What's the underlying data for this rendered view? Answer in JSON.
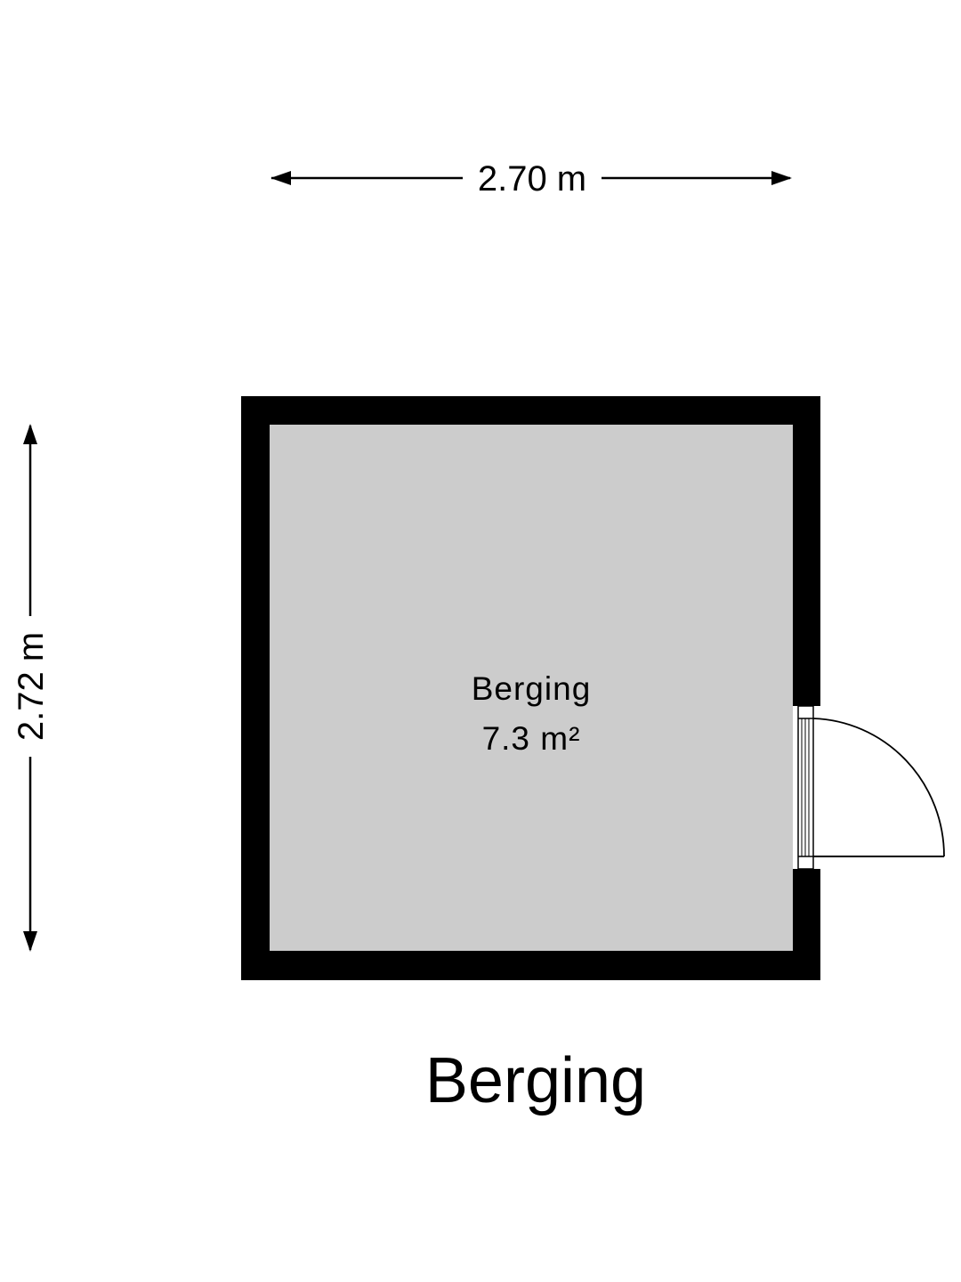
{
  "dimensions": {
    "width_label": "2.70 m",
    "height_label": "2.72 m"
  },
  "room": {
    "name": "Berging",
    "area": "7.3 m²"
  },
  "plan_title": "Berging",
  "colors": {
    "wall": "#000000",
    "floor": "#cccccc",
    "background": "#ffffff"
  }
}
